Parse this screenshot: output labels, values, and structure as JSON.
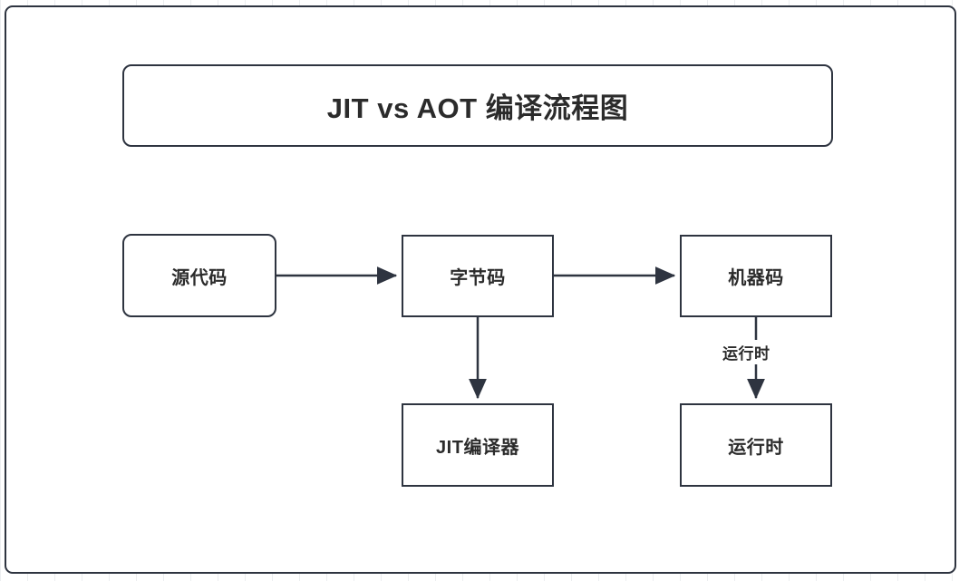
{
  "diagram": {
    "title": "JIT vs AOT 编译流程图",
    "nodes": [
      {
        "id": "source",
        "label": "源代码",
        "shape": "rounded-rect"
      },
      {
        "id": "bytecode",
        "label": "字节码",
        "shape": "rect"
      },
      {
        "id": "machine",
        "label": "机器码",
        "shape": "rect"
      },
      {
        "id": "jit",
        "label": "JIT编译器",
        "shape": "rect"
      },
      {
        "id": "runtime",
        "label": "运行时",
        "shape": "rect"
      }
    ],
    "edges": [
      {
        "from": "source",
        "to": "bytecode",
        "label": "",
        "direction": "right"
      },
      {
        "from": "bytecode",
        "to": "machine",
        "label": "",
        "direction": "right"
      },
      {
        "from": "bytecode",
        "to": "jit",
        "label": "",
        "direction": "down"
      },
      {
        "from": "machine",
        "to": "runtime",
        "label": "运行时",
        "direction": "down"
      }
    ],
    "colors": {
      "stroke": "#2e3440",
      "text": "#2b2b2b",
      "background": "#ffffff",
      "gridline": "#eceef0"
    }
  }
}
